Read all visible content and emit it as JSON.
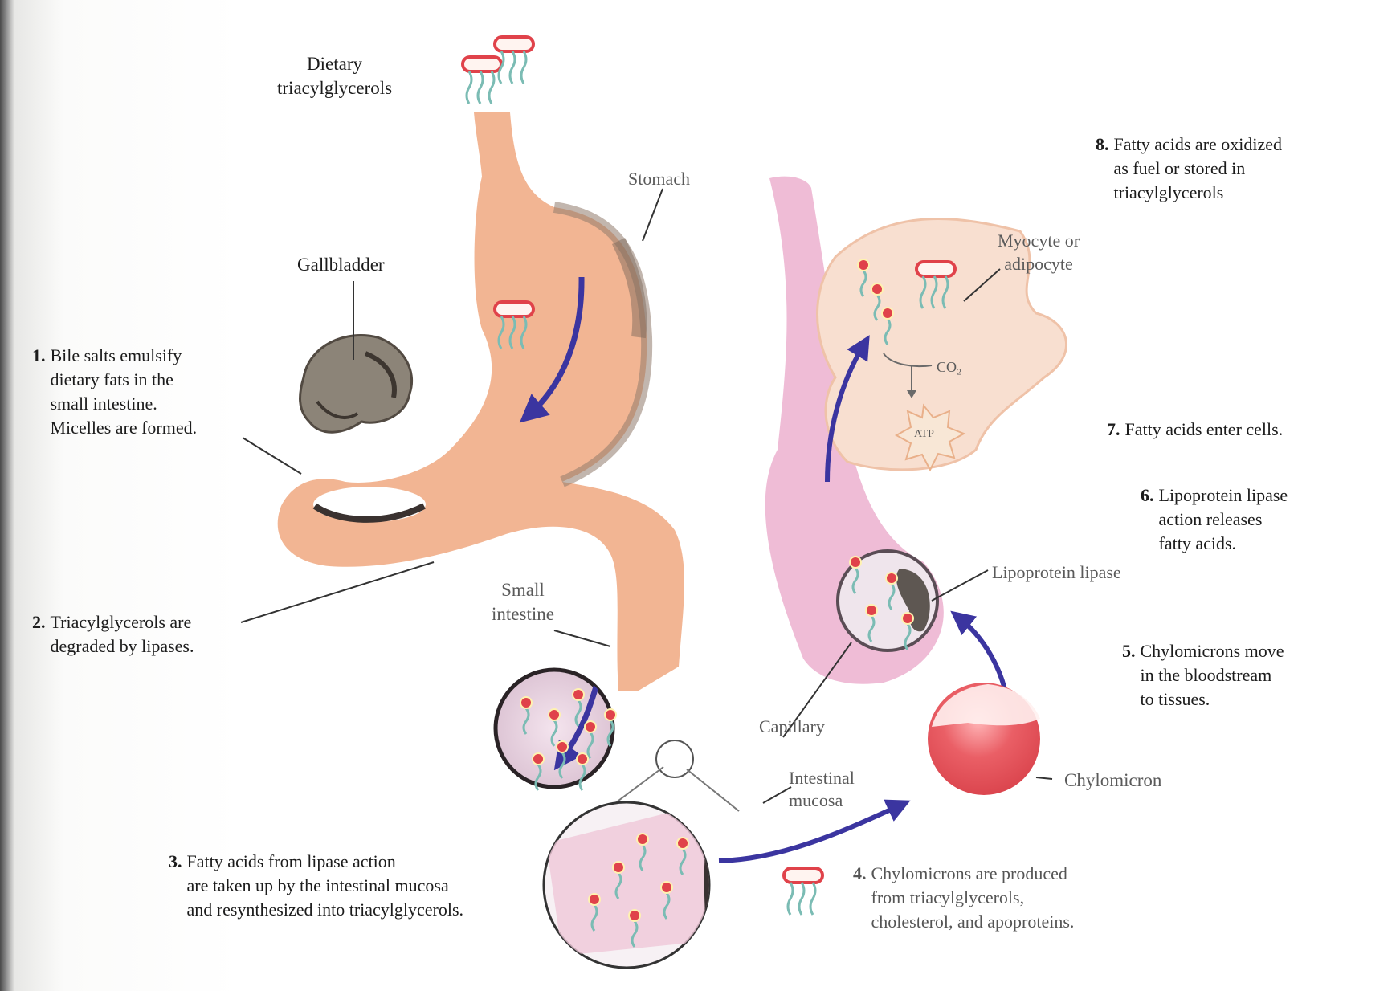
{
  "labels": {
    "dietary": "Dietary\ntriacylglycerols",
    "stomach": "Stomach",
    "gallbladder": "Gallbladder",
    "small_intestine": "Small\nintestine",
    "intestinal_mucosa": "Intestinal\nmucosa",
    "myocyte": "Myocyte or\nadipocyte",
    "co2": "CO₂",
    "atp": "ATP",
    "lipoprotein_lipase": "Lipoprotein lipase",
    "capillary": "Capillary",
    "chylomicron": "Chylomicron"
  },
  "steps": [
    {
      "num": "1.",
      "text": "Bile salts emulsify\ndietary fats in the\nsmall intestine.\nMicelles are formed."
    },
    {
      "num": "2.",
      "text": "Triacylglycerols are\ndegraded by lipases."
    },
    {
      "num": "3.",
      "text": "Fatty acids from lipase action\nare taken up by the intestinal mucosa\nand resynthesized into triacylglycerols."
    },
    {
      "num": "4.",
      "text": "Chylomicrons are produced\nfrom triacylglycerols,\ncholesterol, and apoproteins."
    },
    {
      "num": "5.",
      "text": "Chylomicrons move\nin the bloodstream\nto tissues."
    },
    {
      "num": "6.",
      "text": "Lipoprotein lipase\naction releases\nfatty acids."
    },
    {
      "num": "7.",
      "text": "Fatty acids enter cells."
    },
    {
      "num": "8.",
      "text": "Fatty acids are oxidized\nas fuel or stored in\ntriacylglycerols"
    }
  ],
  "colors": {
    "stomach": "#f2b593",
    "stomach_shade": "#9a8575",
    "gallbladder": "#8c8478",
    "capillary": "#e9a3c6",
    "cell": "#f8dfd0",
    "chylomicron": "#e8555c",
    "arrow": "#3b35a0",
    "fat_head": "#e0424a",
    "fat_tail": "#7bbcb4"
  }
}
